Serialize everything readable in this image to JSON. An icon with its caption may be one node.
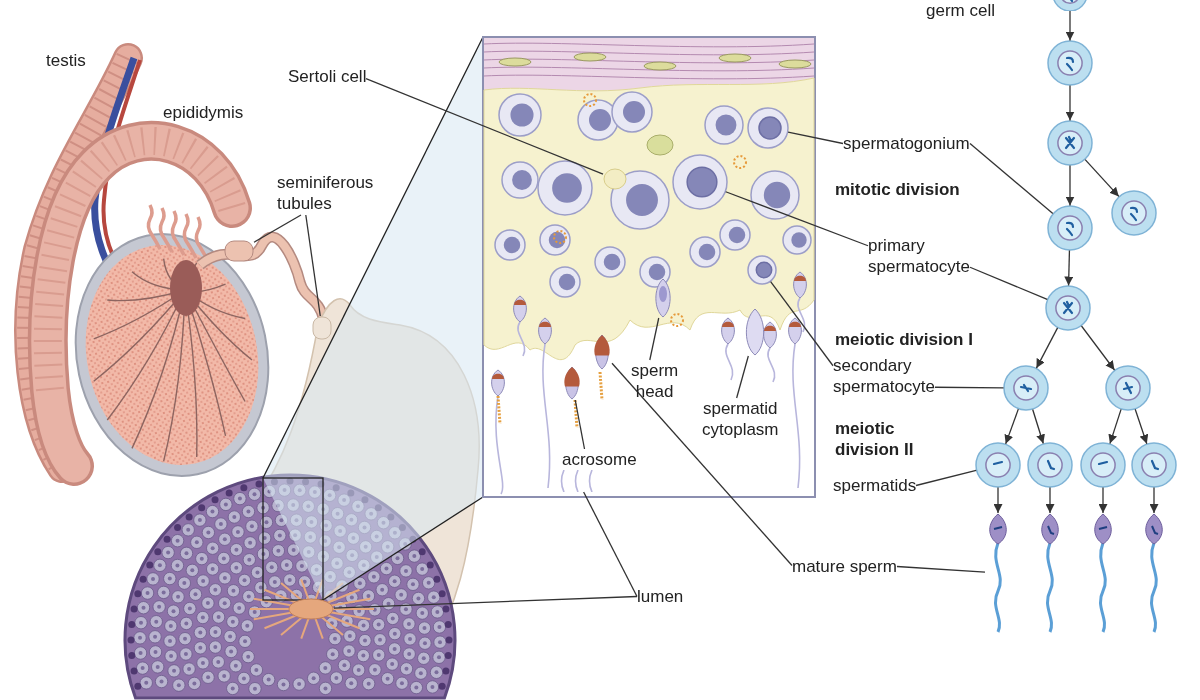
{
  "diagram": {
    "nodes": [
      {
        "text": [
          "Sertoli cell"
        ]
      },
      {
        "text": [
          "seminiferous tubules"
        ]
      },
      {
        "text": [
          "spermatogonium"
        ]
      },
      {
        "text": [
          "primary spermatocyte"
        ]
      },
      {
        "text": [
          "secondary spermatocyte"
        ]
      },
      {
        "text": [
          "sperm head"
        ]
      },
      {
        "text": [
          "spermatid cytoplasm"
        ]
      },
      {
        "text": [
          "acrosome"
        ]
      },
      {
        "text": [
          "spermatids"
        ]
      },
      {
        "text": [
          "mature sperm"
        ]
      },
      {
        "text": [
          "lumen"
        ]
      },
      {
        "text": [],
        "shape": "box"
      },
      {
        "text": [],
        "shape": "box"
      },
      {
        "text": [],
        "shape": "circle"
      },
      {
        "text": [],
        "shape": "circle"
      },
      {
        "text": [],
        "shape": "circle"
      },
      {
        "text": [],
        "shape": "circle"
      },
      {
        "text": [],
        "shape": "picture"
      },
      {
        "text": [],
        "shape": "picture"
      },
      {
        "text": [],
        "shape": "picture"
      },
      {
        "text": [],
        "shape": "picture"
      },
      {
        "text": [],
        "shape": "picture"
      },
      {
        "text": [],
        "shape": "picture"
      },
      {
        "text": [],
        "shape": "circle"
      },
      {
        "text": [],
        "shape": "circle"
      },
      {
        "text": [],
        "shape": "circle"
      },
      {
        "text": [],
        "shape": "circle"
      },
      {
        "text": [],
        "shape": "circle"
      },
      {
        "text": [],
        "shape": "circle"
      },
      {
        "text": [],
        "shape": "circle"
      },
      {
        "text": [],
        "shape": "circle"
      },
      {
        "text": [],
        "shape": "circle"
      },
      {
        "text": [],
        "shape": "circle"
      },
      {
        "text": [],
        "shape": "circle"
      },
      {
        "text": [],
        "shape": "circle"
      },
      {
        "text": [],
        "shape": "sperm"
      },
      {
        "text": [],
        "shape": "sperm"
      },
      {
        "text": [],
        "shape": "sperm"
      },
      {
        "text": [],
        "shape": "sperm"
      }
    ],
    "edges": [
      {
        "from": 0,
        "to": 13,
        "arrow": "none"
      },
      {
        "from": 1,
        "to": 11,
        "arrow": "none"
      },
      {
        "from": 1,
        "to": 12,
        "arrow": "none"
      },
      {
        "from": 2,
        "to": 14,
        "arrow": "none"
      },
      {
        "from": 2,
        "to": 26,
        "arrow": "none"
      },
      {
        "from": 3,
        "to": 15,
        "arrow": "none"
      },
      {
        "from": 3,
        "to": 28,
        "arrow": "none"
      },
      {
        "from": 4,
        "to": 16,
        "arrow": "none"
      },
      {
        "from": 4,
        "to": 29,
        "arrow": "none"
      },
      {
        "from": 5,
        "to": 17,
        "arrow": "none"
      },
      {
        "from": 6,
        "to": 18,
        "arrow": "none"
      },
      {
        "from": 7,
        "to": 19,
        "arrow": "none"
      },
      {
        "from": 8,
        "to": 31,
        "arrow": "none"
      },
      {
        "from": 9,
        "to": 20,
        "arrow": "none"
      },
      {
        "from": 9,
        "to": 35,
        "arrow": "none"
      },
      {
        "from": 10,
        "to": 21,
        "arrow": "none"
      },
      {
        "from": 10,
        "to": 22,
        "arrow": "none"
      },
      {
        "from": 23,
        "to": 24,
        "arrow": "to"
      },
      {
        "from": 24,
        "to": 25,
        "arrow": "to"
      },
      {
        "from": 25,
        "to": 26,
        "arrow": "to"
      },
      {
        "from": 25,
        "to": 27,
        "arrow": "to"
      },
      {
        "from": 26,
        "to": 28,
        "arrow": "to"
      },
      {
        "from": 28,
        "to": 29,
        "arrow": "to"
      },
      {
        "from": 28,
        "to": 30,
        "arrow": "to"
      },
      {
        "from": 29,
        "to": 31,
        "arrow": "to"
      },
      {
        "from": 29,
        "to": 32,
        "arrow": "to"
      },
      {
        "from": 30,
        "to": 33,
        "arrow": "to"
      },
      {
        "from": 30,
        "to": 34,
        "arrow": "to"
      },
      {
        "from": 31,
        "to": 35,
        "arrow": "to"
      },
      {
        "from": 32,
        "to": 36,
        "arrow": "to"
      },
      {
        "from": 33,
        "to": 37,
        "arrow": "to"
      },
      {
        "from": 34,
        "to": 38,
        "arrow": "to"
      }
    ],
    "labels": [
      "germ cell",
      "testis",
      "epididymis",
      "mitotic division",
      "meiotic division I",
      "meiotic division II"
    ]
  }
}
